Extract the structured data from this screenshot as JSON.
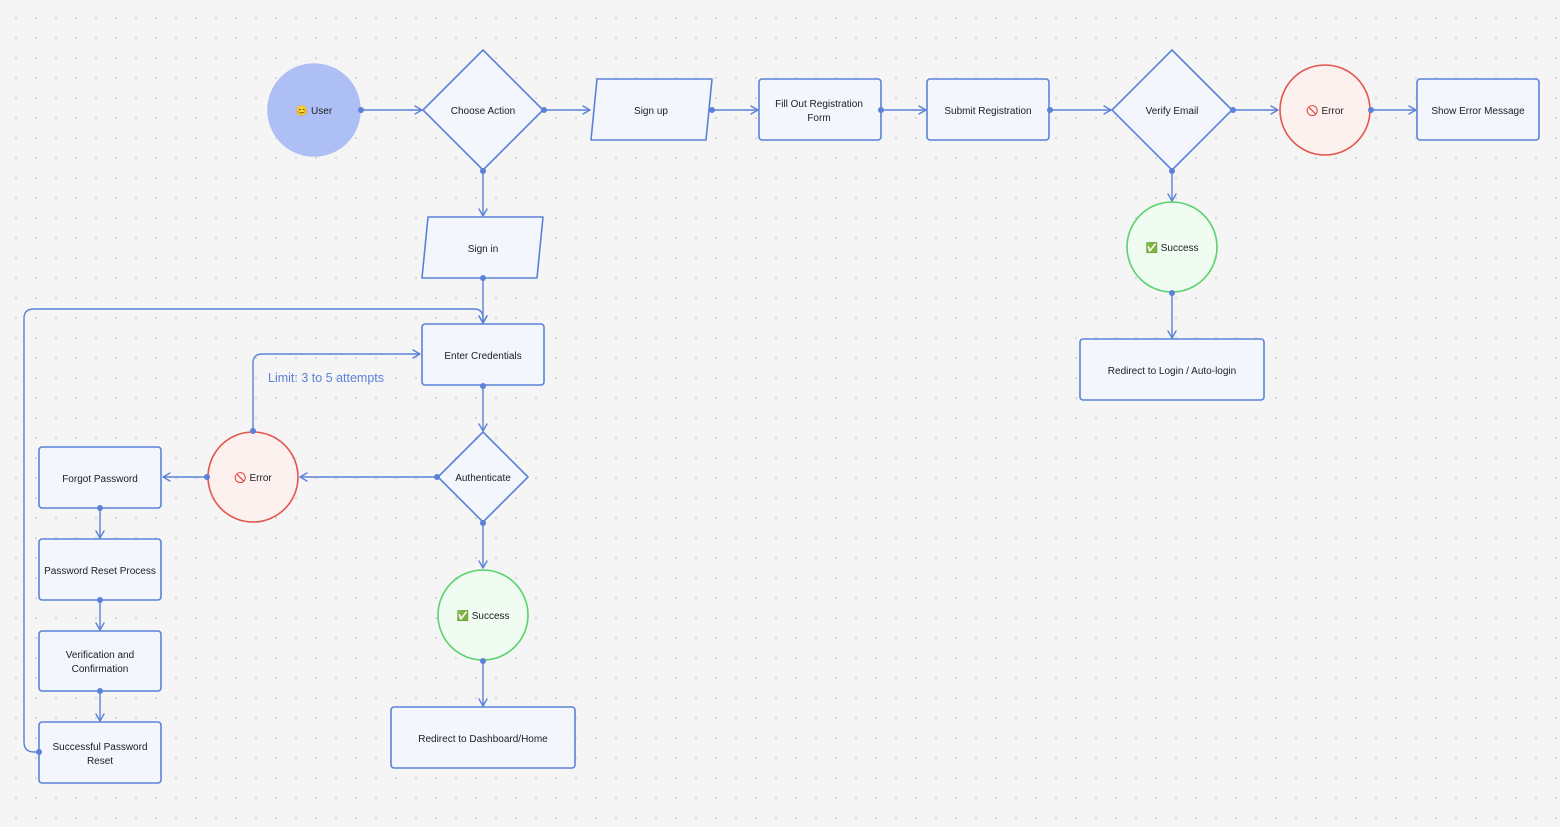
{
  "colors": {
    "edge": "#5b82d8",
    "node_fill": "#f4f6fd",
    "node_stroke": "#5b82d8",
    "user_fill": "#aebff6",
    "error_fill": "#fdf1ef",
    "error_stroke": "#e2574c",
    "success_fill": "#f0fbf1",
    "success_stroke": "#59d36c"
  },
  "nodes": {
    "user": {
      "label": "😊 User",
      "shape": "circle",
      "icon": "smile-emoji"
    },
    "choose_action": {
      "label": "Choose Action",
      "shape": "diamond"
    },
    "sign_up": {
      "label": "Sign up",
      "shape": "parallelogram"
    },
    "fill_out_registration": {
      "lines": [
        "Fill Out Registration",
        "Form"
      ],
      "shape": "rectangle"
    },
    "submit_registration": {
      "label": "Submit Registration",
      "shape": "rectangle"
    },
    "verify_email": {
      "label": "Verify Email",
      "shape": "diamond"
    },
    "error_signup": {
      "label": "🚫 Error",
      "shape": "circle",
      "icon": "prohibited-emoji"
    },
    "show_error_message": {
      "label": "Show Error Message",
      "shape": "rectangle"
    },
    "success_signup": {
      "label": "✅ Success",
      "shape": "circle",
      "icon": "check-mark-emoji"
    },
    "redirect_login": {
      "label": "Redirect to Login / Auto-login",
      "shape": "rectangle"
    },
    "sign_in": {
      "label": "Sign in",
      "shape": "parallelogram"
    },
    "enter_credentials": {
      "label": "Enter Credentials",
      "shape": "rectangle"
    },
    "authenticate": {
      "label": "Authenticate",
      "shape": "diamond"
    },
    "error_signin": {
      "label": "🚫 Error",
      "shape": "circle",
      "icon": "prohibited-emoji"
    },
    "forgot_password": {
      "label": "Forgot Password",
      "shape": "rectangle"
    },
    "password_reset_process": {
      "label": "Password Reset Process",
      "shape": "rectangle"
    },
    "verification_confirmation": {
      "lines": [
        "Verification and",
        "Confirmation"
      ],
      "shape": "rectangle"
    },
    "successful_password_reset": {
      "lines": [
        "Successful Password",
        "Reset"
      ],
      "shape": "rectangle"
    },
    "success_signin": {
      "label": "✅ Success",
      "shape": "circle",
      "icon": "check-mark-emoji"
    },
    "redirect_dashboard": {
      "label": "Redirect to Dashboard/Home",
      "shape": "rectangle"
    }
  },
  "annotations": {
    "attempt_limit": "Limit: 3 to 5 attempts"
  },
  "edges": [
    {
      "from": "user",
      "to": "choose_action"
    },
    {
      "from": "choose_action",
      "to": "sign_up"
    },
    {
      "from": "sign_up",
      "to": "fill_out_registration"
    },
    {
      "from": "fill_out_registration",
      "to": "submit_registration"
    },
    {
      "from": "submit_registration",
      "to": "verify_email"
    },
    {
      "from": "verify_email",
      "to": "error_signup"
    },
    {
      "from": "error_signup",
      "to": "show_error_message"
    },
    {
      "from": "verify_email",
      "to": "success_signup"
    },
    {
      "from": "success_signup",
      "to": "redirect_login"
    },
    {
      "from": "choose_action",
      "to": "sign_in"
    },
    {
      "from": "sign_in",
      "to": "enter_credentials"
    },
    {
      "from": "enter_credentials",
      "to": "authenticate"
    },
    {
      "from": "authenticate",
      "to": "error_signin"
    },
    {
      "from": "error_signin",
      "to": "enter_credentials"
    },
    {
      "from": "error_signin",
      "to": "forgot_password"
    },
    {
      "from": "forgot_password",
      "to": "password_reset_process"
    },
    {
      "from": "password_reset_process",
      "to": "verification_confirmation"
    },
    {
      "from": "verification_confirmation",
      "to": "successful_password_reset"
    },
    {
      "from": "successful_password_reset",
      "to": "enter_credentials"
    },
    {
      "from": "authenticate",
      "to": "success_signin"
    },
    {
      "from": "success_signin",
      "to": "redirect_dashboard"
    }
  ]
}
